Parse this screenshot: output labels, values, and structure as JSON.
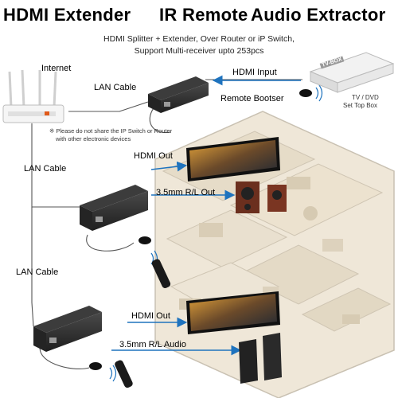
{
  "header": {
    "title_1": "HDMI Extender",
    "title_2": "IR Remote",
    "title_3": "Audio Extractor",
    "subtitle_line1": "HDMI Splitter + Extender,  Over Router or iP Switch,",
    "subtitle_line2": "Support Multi-receiver upto 253pcs"
  },
  "labels": {
    "internet": "Internet",
    "lan_cable_top": "LAN Cable",
    "lan_cable_mid": "LAN Cable",
    "lan_cable_bottom": "LAN Cable",
    "hdmi_input": "HDMI Input",
    "remote_bootser": "Remote Bootser",
    "settop_brand": "TV-BOX",
    "settop_line1": "TV / DVD",
    "settop_line2": "Set Top Box",
    "note_line1": "※ Please do not share the IP Switch or Router",
    "note_line2": "with other electronic devices",
    "hdmi_out_1": "HDMI Out",
    "audio_out_1": "3.5mm R/L Out",
    "hdmi_out_2": "HDMI Out",
    "audio_out_2": "3.5mm R/L Audio"
  },
  "colors": {
    "device_body": "#2b2b2b",
    "arrow_blue": "#1e73be",
    "floor": "#efe7d8",
    "wall": "#c9c1b2"
  }
}
